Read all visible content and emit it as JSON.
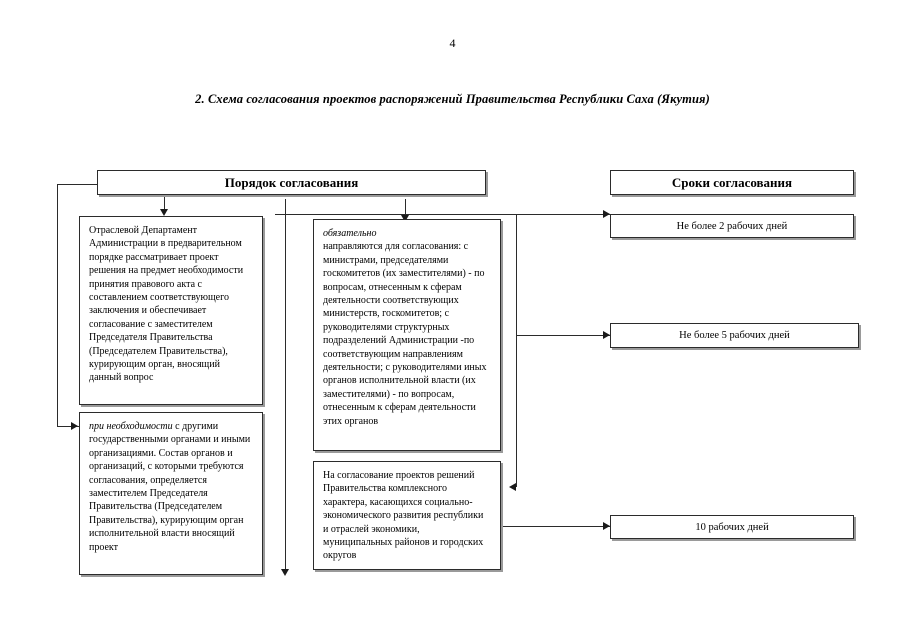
{
  "page": {
    "number": "4",
    "title": "2. Схема согласования проектов распоряжений Правительства Республики Саха (Якутия)"
  },
  "headers": {
    "order": "Порядок согласования",
    "terms": "Сроки согласования"
  },
  "process_boxes": [
    {
      "id": "department-review",
      "text": "Отраслевой Департамент Администрации в предварительном порядке рассматривает проект решения на предмет необходимости принятия правового акта  с составлением соответствующего заключения и обеспечивает согласование с заместителем Председателя Правительства (Председателем Правительства), курирующим орган, вносящий данный вопрос"
    },
    {
      "id": "other-bodies",
      "lead": "при необходимости",
      "text": " с другими государственными органами и иными организациями. Состав органов и организаций, с которыми требуются согласования, определяется заместителем Председателя Правительства (Председателем Правительства), курирующим орган исполнительной власти вносящий проект"
    },
    {
      "id": "mandatory-approval",
      "lead": "обязательно",
      "text": "направляются для согласования: с министрами, председателями госкомитетов (их заместителями) - по вопросам, отнесенным к сферам деятельности соответствующих министерств, госкомитетов; с руководителями структурных подразделений Администрации -по соответствующим направлениям деятельности; с руководителями иных органов исполнительной власти (их заместителями) - по вопросам, отнесенным к сферам деятельности этих органов"
    },
    {
      "id": "complex-projects",
      "text": "На согласование проектов решений Правительства комплексного характера, касающихся социально-экономического развития республики и отраслей экономики, муниципальных районов и городских округов"
    }
  ],
  "term_boxes": [
    {
      "id": "term-2-days",
      "text": "Не более 2 рабочих дней"
    },
    {
      "id": "term-5-days",
      "text": "Не более 5 рабочих дней"
    },
    {
      "id": "term-10-days",
      "text": "10 рабочих дней"
    }
  ],
  "colors": {
    "line": "#2b2b2b",
    "shadow": "#9a9a9a",
    "text": "#000000",
    "background": "#ffffff"
  }
}
